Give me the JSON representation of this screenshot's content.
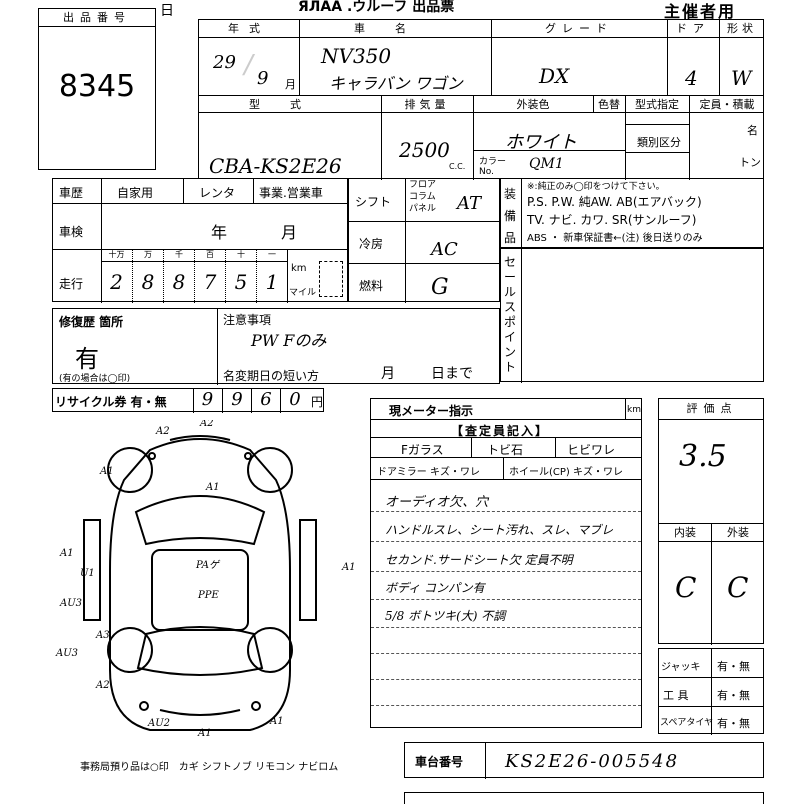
{
  "header": {
    "title_fragment": "ЯЛАА .ウルーフ 出品票",
    "sponsor": "主催者用",
    "left_mark": "日"
  },
  "lot": {
    "label": "出品番号",
    "number": "8345"
  },
  "vehicle": {
    "year_label": "年式",
    "year": "29",
    "month": "9",
    "month_unit": "月",
    "name_label": "車名",
    "name1": "NV350",
    "name2": "キャラバン ワゴン",
    "grade_label": "グレード",
    "grade": "DX",
    "doors_label": "ドア",
    "doors": "4",
    "shape_label": "形状",
    "shape": "W",
    "model_label": "型式",
    "model": "CBA-KS2E26",
    "displacement_label": "排気量",
    "displacement": "2500",
    "cc": "C.C.",
    "color_label": "外装色",
    "color": "ホワイト",
    "color_change_label": "色替",
    "color_no_label": "カラーNo.",
    "color_no": "QM1",
    "type_designation_label": "型式指定",
    "classification_label": "類別区分",
    "capacity_label": "定員・積載",
    "capacity_unit": "名",
    "load_unit": "トン"
  },
  "history": {
    "label": "車歴",
    "private": "自家用",
    "rental": "レンタ",
    "business": "事業.営業車",
    "inspection_label": "車検",
    "year_unit": "年",
    "month_unit": "月",
    "mileage_label": "走行",
    "digit_labels": [
      "十万",
      "万",
      "千",
      "百",
      "十",
      "一"
    ],
    "digits": [
      "2",
      "8",
      "8",
      "7",
      "5",
      "1"
    ],
    "km": "km",
    "mile": "マイル"
  },
  "shift": {
    "label": "シフト",
    "options": [
      "フロア",
      "コラム",
      "パネル"
    ],
    "value": "AT"
  },
  "ac": {
    "label": "冷房",
    "value": "AC"
  },
  "fuel": {
    "label": "燃料",
    "value": "G"
  },
  "equipment": {
    "label": "装備品",
    "note": "※:純正のみ◯印をつけて下さい。",
    "line1": "P.S. P.W. 純AW. AB(エアバック)",
    "line2": "TV. ナビ. カワ. SR(サンルーフ)",
    "line3": "ABS ・ 新車保証書←(注) 後日送りのみ"
  },
  "sales_point": {
    "label": "セールスポイント"
  },
  "repair": {
    "label": "修復歴 箇所",
    "value": "有",
    "note": "(有の場合は◯印)"
  },
  "caution": {
    "label": "注意事項",
    "value": "PW Fのみ"
  },
  "short_title": {
    "label": "名変期日の短い方",
    "month": "月",
    "day": "日まで"
  },
  "recycle": {
    "label": "リサイクル券 有・無",
    "digits": [
      "9",
      "9",
      "6",
      "0"
    ],
    "unit": "円"
  },
  "meter": {
    "label": "現メーター指示",
    "unit": "km"
  },
  "inspector": {
    "label": "【査定員記入】",
    "glass_label": "Fガラス",
    "glass_opts": "トビ石",
    "glass_opts2": "ヒビワレ",
    "mirror_label": "ドアミラー キズ・ワレ",
    "wheel_label": "ホイール(CP) キズ・ワレ",
    "notes": [
      "オーディオ欠、穴",
      "ハンドルスレ、シート汚れ、スレ、マブレ",
      "セカンド.サードシート欠 定員不明",
      "ボディ コンパン有",
      "5/8 ボトツキ(大) 不調"
    ]
  },
  "score": {
    "label": "評価点",
    "value": "3.5"
  },
  "interior": {
    "label": "内装",
    "value": "C"
  },
  "exterior": {
    "label": "外装",
    "value": "C"
  },
  "tools": [
    {
      "label": "ジャッキ",
      "value": "有・無"
    },
    {
      "label": "工 具",
      "value": "有・無"
    },
    {
      "label": "スペアタイヤ",
      "value": "有・無"
    }
  ],
  "chassis": {
    "label": "車台番号",
    "value": "KS2E26-005548"
  },
  "office_note": "事務局預り品は○印　カギ シフトノブ リモコン ナビロム",
  "damage_marks": [
    "A2",
    "A2",
    "A1",
    "A1",
    "A1",
    "U1",
    "A1",
    "AU3",
    "AU3",
    "A3",
    "A2",
    "AU2",
    "A1",
    "A1",
    "PAゲ",
    "PPE"
  ]
}
